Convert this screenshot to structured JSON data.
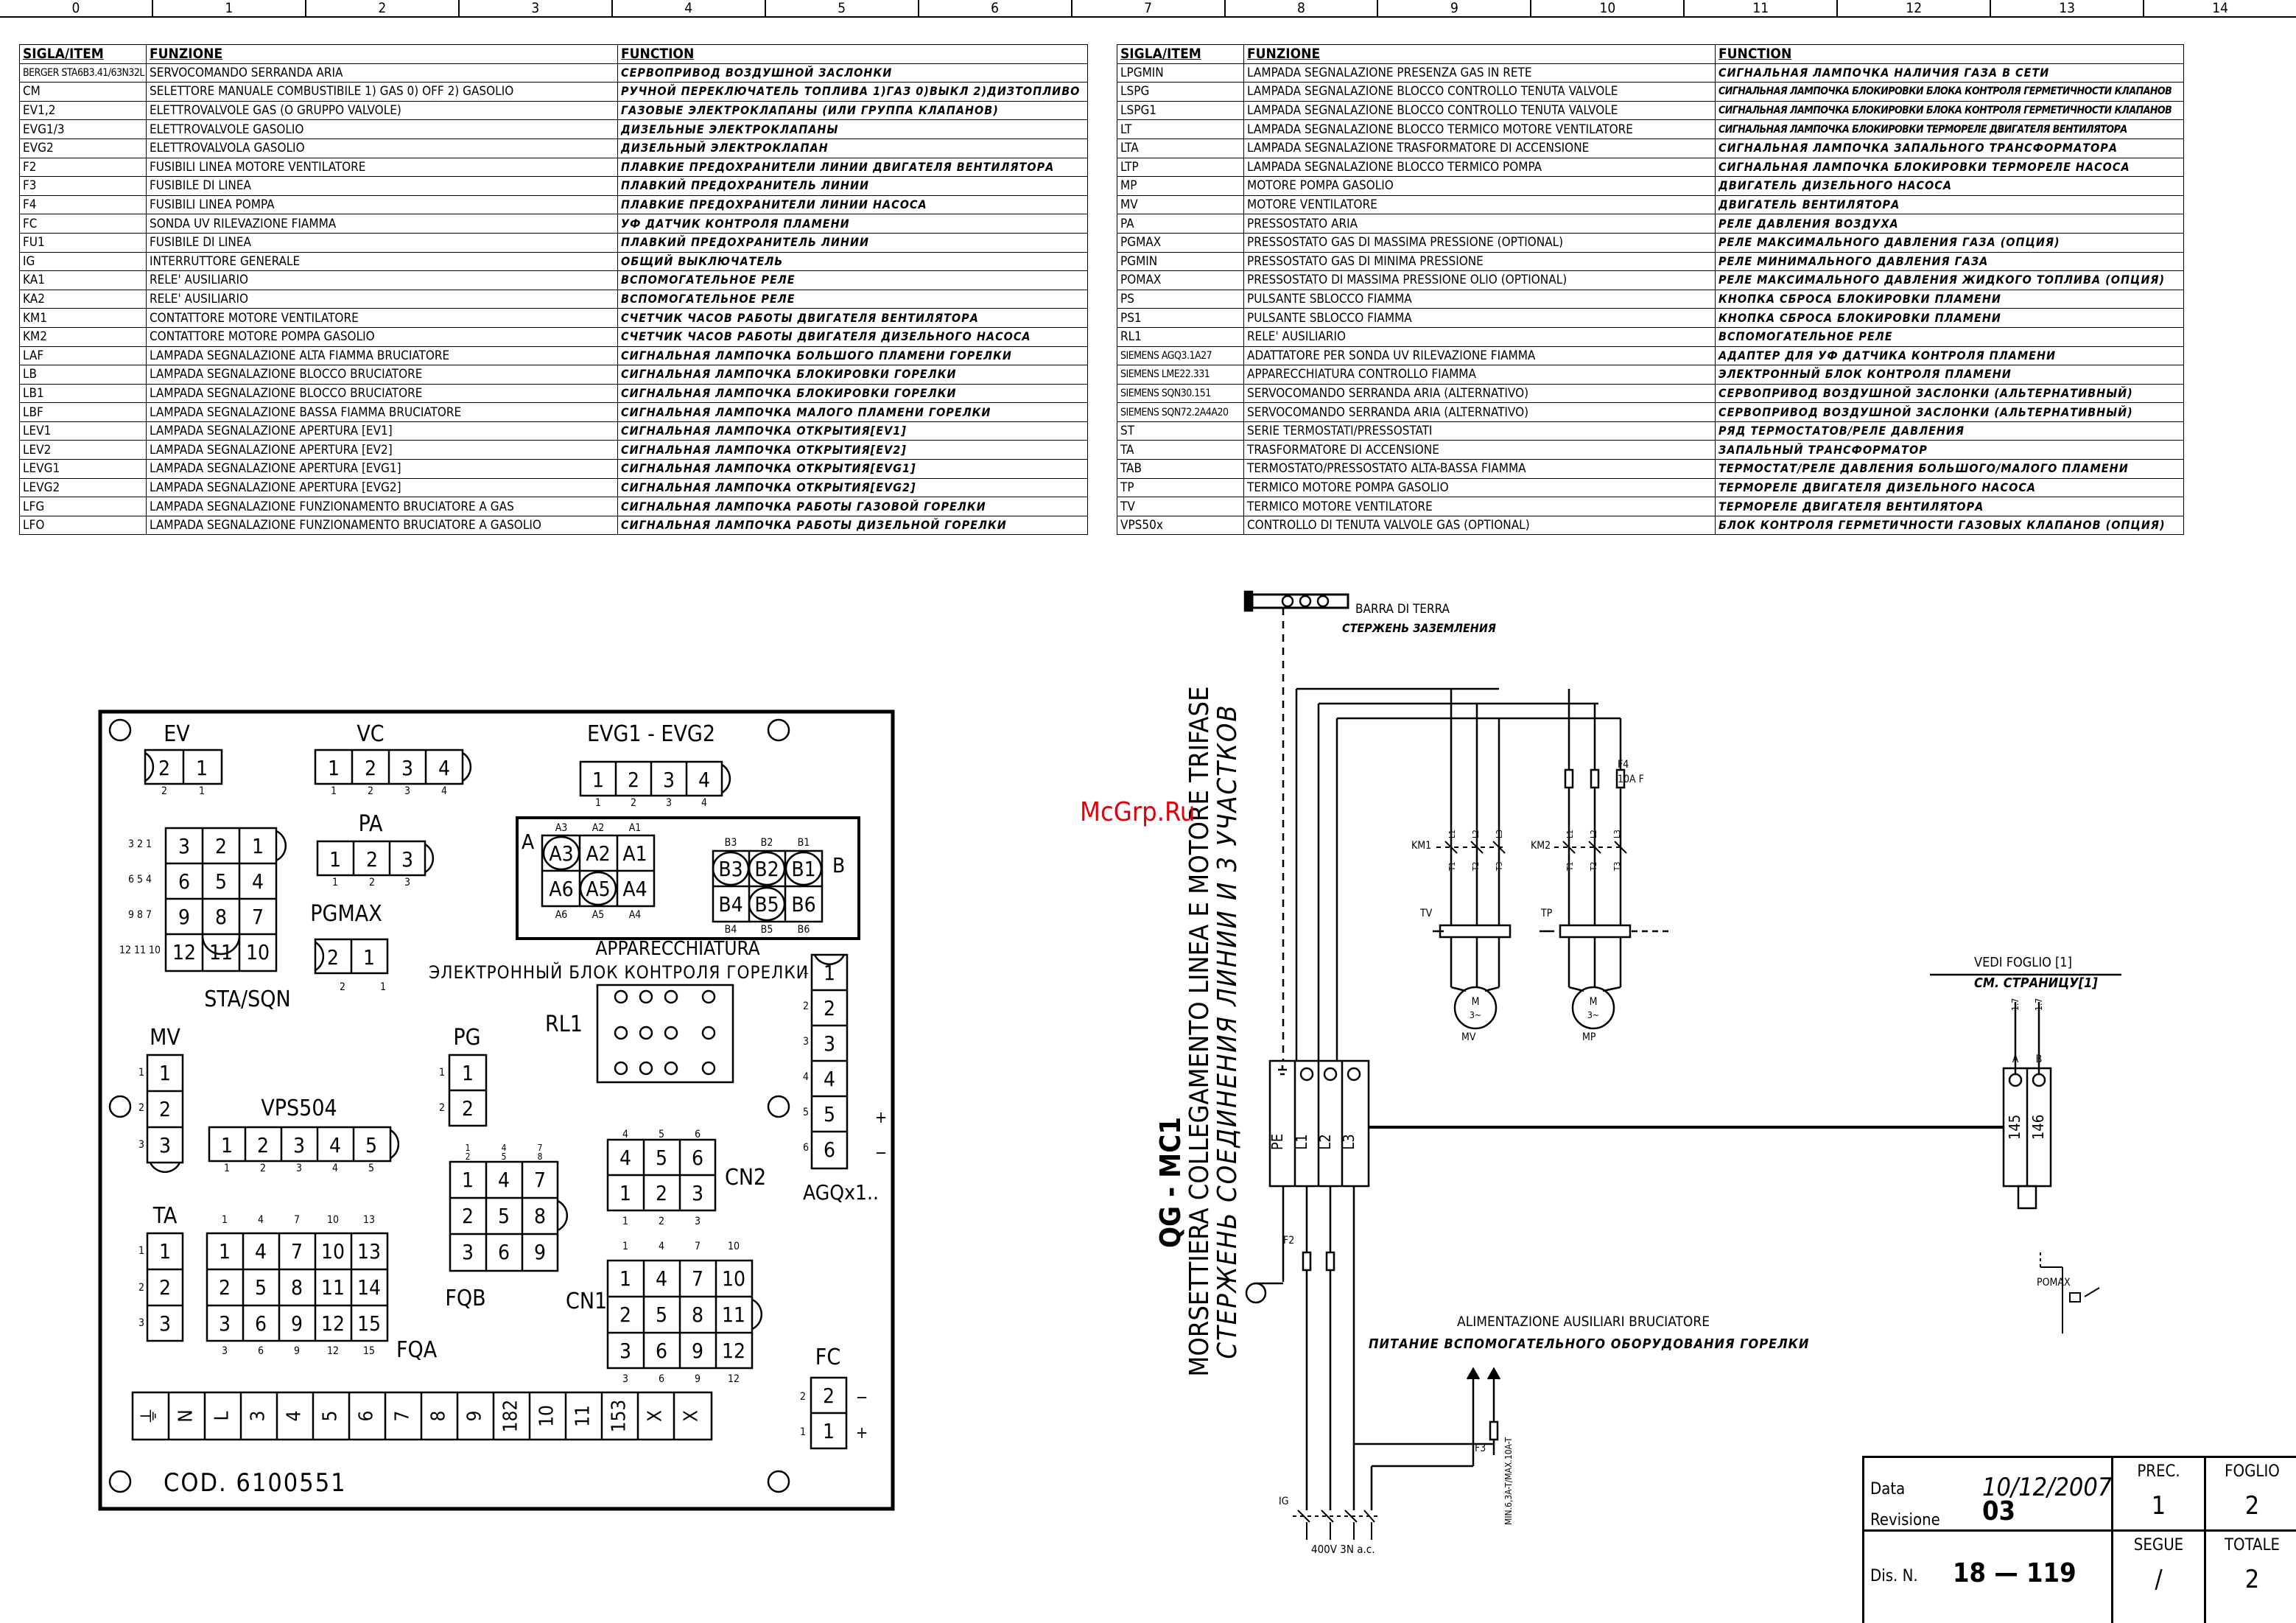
{
  "ruler": [
    "0",
    "1",
    "2",
    "3",
    "4",
    "5",
    "6",
    "7",
    "8",
    "9",
    "10",
    "11",
    "12",
    "13",
    "14"
  ],
  "legend_left": {
    "headers": [
      "SIGLA/ITEM",
      "FUNZIONE",
      "FUNCTION"
    ],
    "rows": [
      [
        "BERGER STA6B3.41/63N32L",
        "SERVOCOMANDO SERRANDA ARIA",
        "СЕРВОПРИВОД  ВОЗДУШНОЙ ЗАСЛОНКИ"
      ],
      [
        "CM",
        "SELETTORE MANUALE COMBUSTIBILE 1) GAS 0) OFF 2) GASOLIO",
        "РУЧНОЙ ПЕРЕКЛЮЧАТЕЛЬ ТОПЛИВА  1)ГАЗ 0)ВЫКЛ 2)ДИЗТОПЛИВО"
      ],
      [
        "EV1,2",
        "ELETTROVALVOLE GAS (O GRUPPO VALVOLE)",
        "ГАЗОВЫЕ ЭЛЕКТРОКЛАПАНЫ (ИЛИ ГРУППА КЛАПАНОВ)"
      ],
      [
        "EVG1/3",
        "ELETTROVALVOLE GASOLIO",
        "ДИЗЕЛЬНЫЕ ЭЛЕКТРОКЛАПАНЫ"
      ],
      [
        "EVG2",
        "ELETTROVALVOLA GASOLIO",
        "ДИЗЕЛЬНЫЙ ЭЛЕКТРОКЛАПАН"
      ],
      [
        "F2",
        "FUSIBILI LINEA MOTORE VENTILATORE",
        "ПЛАВКИЕ ПРЕДОХРАНИТЕЛИ ЛИНИИ ДВИГАТЕЛЯ ВЕНТИЛЯТОРА"
      ],
      [
        "F3",
        "FUSIBILE DI LINEA",
        "ПЛАВКИЙ ПРЕДОХРАНИТЕЛЬ ЛИНИИ"
      ],
      [
        "F4",
        "FUSIBILI LINEA POMPA",
        "ПЛАВКИЕ ПРЕДОХРАНИТЕЛИ ЛИНИИ НАСОСА"
      ],
      [
        "FC",
        "SONDA UV RILEVAZIONE FIAMMA",
        "УФ ДАТЧИК КОНТРОЛЯ ПЛАМЕНИ"
      ],
      [
        "FU1",
        "FUSIBILE DI LINEA",
        "ПЛАВКИЙ ПРЕДОХРАНИТЕЛЬ ЛИНИИ"
      ],
      [
        "IG",
        "INTERRUTTORE GENERALE",
        "ОБЩИЙ ВЫКЛЮЧАТЕЛЬ"
      ],
      [
        "KA1",
        "RELE' AUSILIARIO",
        "ВСПОМОГАТЕЛЬНОЕ РЕЛЕ"
      ],
      [
        "KA2",
        "RELE' AUSILIARIO",
        "ВСПОМОГАТЕЛЬНОЕ РЕЛЕ"
      ],
      [
        "KM1",
        "CONTATTORE MOTORE VENTILATORE",
        "СЧЕТЧИК ЧАСОВ РАБОТЫ ДВИГАТЕЛЯ ВЕНТИЛЯТОРА"
      ],
      [
        "KM2",
        "CONTATTORE MOTORE POMPA GASOLIO",
        "СЧЕТЧИК ЧАСОВ РАБОТЫ ДВИГАТЕЛЯ ДИЗЕЛЬНОГО НАСОСА"
      ],
      [
        "LAF",
        "LAMPADA SEGNALAZIONE ALTA FIAMMA BRUCIATORE",
        "СИГНАЛЬНАЯ ЛАМПОЧКА БОЛЬШОГО ПЛАМЕНИ ГОРЕЛКИ"
      ],
      [
        "LB",
        "LAMPADA SEGNALAZIONE BLOCCO BRUCIATORE",
        "СИГНАЛЬНАЯ ЛАМПОЧКА  БЛОКИРОВКИ ГОРЕЛКИ"
      ],
      [
        "LB1",
        "LAMPADA SEGNALAZIONE BLOCCO BRUCIATORE",
        "СИГНАЛЬНАЯ ЛАМПОЧКА  БЛОКИРОВКИ ГОРЕЛКИ"
      ],
      [
        "LBF",
        "LAMPADA SEGNALAZIONE BASSA FIAMMA BRUCIATORE",
        "СИГНАЛЬНАЯ ЛАМПОЧКА МАЛОГО ПЛАМЕНИ ГОРЕЛКИ"
      ],
      [
        "LEV1",
        "LAMPADA SEGNALAZIONE APERTURA [EV1]",
        "СИГНАЛЬНАЯ ЛАМПОЧКА ОТКРЫТИЯ[EV1]"
      ],
      [
        "LEV2",
        "LAMPADA SEGNALAZIONE APERTURA [EV2]",
        "СИГНАЛЬНАЯ ЛАМПОЧКА ОТКРЫТИЯ[EV2]"
      ],
      [
        "LEVG1",
        "LAMPADA SEGNALAZIONE APERTURA [EVG1]",
        "СИГНАЛЬНАЯ ЛАМПОЧКА ОТКРЫТИЯ[EVG1]"
      ],
      [
        "LEVG2",
        "LAMPADA SEGNALAZIONE APERTURA [EVG2]",
        "СИГНАЛЬНАЯ ЛАМПОЧКА ОТКРЫТИЯ[EVG2]"
      ],
      [
        "LFG",
        "LAMPADA SEGNALAZIONE FUNZIONAMENTO BRUCIATORE A GAS",
        "СИГНАЛЬНАЯ ЛАМПОЧКА РАБОТЫ ГАЗОВОЙ ГОРЕЛКИ"
      ],
      [
        "LFO",
        "LAMPADA SEGNALAZIONE FUNZIONAMENTO BRUCIATORE A GASOLIO",
        "СИГНАЛЬНАЯ ЛАМПОЧКА РАБОТЫ ДИЗЕЛЬНОЙ ГОРЕЛКИ"
      ]
    ]
  },
  "legend_right": {
    "headers": [
      "SIGLA/ITEM",
      "FUNZIONE",
      "FUNCTION"
    ],
    "rows": [
      [
        "LPGMIN",
        "LAMPADA SEGNALAZIONE PRESENZA GAS IN RETE",
        "СИГНАЛЬНАЯ ЛАМПОЧКА НАЛИЧИЯ ГАЗА В СЕТИ"
      ],
      [
        "LSPG",
        "LAMPADA SEGNALAZIONE BLOCCO CONTROLLO TENUTA VALVOLE",
        "СИГНАЛЬНАЯ ЛАМПОЧКА БЛОКИРОВКИ БЛОКА КОНТРОЛЯ ГЕРМЕТИЧНОСТИ КЛАПАНОВ"
      ],
      [
        "LSPG1",
        "LAMPADA SEGNALAZIONE BLOCCO CONTROLLO TENUTA VALVOLE",
        "СИГНАЛЬНАЯ ЛАМПОЧКА БЛОКИРОВКИ БЛОКА КОНТРОЛЯ ГЕРМЕТИЧНОСТИ КЛАПАНОВ"
      ],
      [
        "LT",
        "LAMPADA SEGNALAZIONE BLOCCO TERMICO MOTORE VENTILATORE",
        "СИГНАЛЬНАЯ ЛАМПОЧКА БЛОКИРОВКИ ТЕРМОРЕЛЕ ДВИГАТЕЛЯ ВЕНТИЛЯТОРА"
      ],
      [
        "LTA",
        "LAMPADA SEGNALAZIONE TRASFORMATORE DI ACCENSIONE",
        "СИГНАЛЬНАЯ ЛАМПОЧКА ЗАПАЛЬНОГО ТРАНСФОРМАТОРА"
      ],
      [
        "LTP",
        "LAMPADA SEGNALAZIONE BLOCCO TERMICO POMPA",
        "СИГНАЛЬНАЯ ЛАМПОЧКА  БЛОКИРОВКИ ТЕРМОРЕЛЕ НАСОСА"
      ],
      [
        "MP",
        "MOTORE POMPA GASOLIO",
        "ДВИГАТЕЛЬ ДИЗЕЛЬНОГО НАСОСА"
      ],
      [
        "MV",
        "MOTORE VENTILATORE",
        "ДВИГАТЕЛЬ ВЕНТИЛЯТОРА"
      ],
      [
        "PA",
        "PRESSOSTATO ARIA",
        "РЕЛЕ ДАВЛЕНИЯ ВОЗДУХА"
      ],
      [
        "PGMAX",
        "PRESSOSTATO GAS DI MASSIMA PRESSIONE (OPTIONAL)",
        "РЕЛЕ МАКСИМАЛЬНОГО ДАВЛЕНИЯ ГАЗА  (ОПЦИЯ)"
      ],
      [
        "PGMIN",
        "PRESSOSTATO GAS DI MINIMA PRESSIONE",
        "РЕЛЕ МИНИМАЛЬНОГО ДАВЛЕНИЯ ГАЗА"
      ],
      [
        "POMAX",
        "PRESSOSTATO DI MASSIMA PRESSIONE OLIO (OPTIONAL)",
        "РЕЛЕ МАКСИМАЛЬНОГО ДАВЛЕНИЯ ЖИДКОГО ТОПЛИВА (ОПЦИЯ)"
      ],
      [
        "PS",
        "PULSANTE SBLOCCO FIAMMA",
        "КНОПКА СБРОСА БЛОКИРОВКИ ПЛАМЕНИ"
      ],
      [
        "PS1",
        "PULSANTE SBLOCCO FIAMMA",
        "КНОПКА СБРОСА БЛОКИРОВКИ ПЛАМЕНИ"
      ],
      [
        "RL1",
        "RELE' AUSILIARIO",
        "ВСПОМОГАТЕЛЬНОЕ РЕЛЕ"
      ],
      [
        "SIEMENS AGQ3.1A27",
        "ADATTATORE PER SONDA UV RILEVAZIONE FIAMMA",
        "АДАПТЕР ДЛЯ УФ ДАТЧИКА КОНТРОЛЯ ПЛАМЕНИ"
      ],
      [
        "SIEMENS LME22.331",
        "APPARECCHIATURA CONTROLLO FIAMMA",
        "ЭЛЕКТРОННЫЙ БЛОК КОНТРОЛЯ ПЛАМЕНИ"
      ],
      [
        "SIEMENS SQN30.151",
        "SERVOCOMANDO SERRANDA ARIA (ALTERNATIVO)",
        "СЕРВОПРИВОД  ВОЗДУШНОЙ ЗАСЛОНКИ (АЛЬТЕРНАТИВНЫЙ)"
      ],
      [
        "SIEMENS SQN72.2A4A20",
        "SERVOCOMANDO SERRANDA ARIA (ALTERNATIVO)",
        "СЕРВОПРИВОД  ВОЗДУШНОЙ ЗАСЛОНКИ (АЛЬТЕРНАТИВНЫЙ)"
      ],
      [
        "ST",
        "SERIE TERMOSTATI/PRESSOSTATI",
        "РЯД ТЕРМОСТАТОВ/РЕЛЕ ДАВЛЕНИЯ"
      ],
      [
        "TA",
        "TRASFORMATORE DI ACCENSIONE",
        "ЗАПАЛЬНЫЙ ТРАНСФОРМАТОР"
      ],
      [
        "TAB",
        "TERMOSTATO/PRESSOSTATO ALTA-BASSA FIAMMA",
        "ТЕРМОСТАТ/РЕЛЕ ДАВЛЕНИЯ БОЛЬШОГО/МАЛОГО ПЛАМЕНИ"
      ],
      [
        "TP",
        "TERMICO MOTORE POMPA GASOLIO",
        "ТЕРМОРЕЛЕ ДВИГАТЕЛЯ ДИЗЕЛЬНОГО НАСОСА"
      ],
      [
        "TV",
        "TERMICO MOTORE VENTILATORE",
        "ТЕРМОРЕЛЕ ДВИГАТЕЛЯ ВЕНТИЛЯТОРА"
      ],
      [
        "VPS50x",
        "CONTROLLO DI TENUTA VALVOLE GAS (OPTIONAL)",
        "БЛОК КОНТРОЛЯ ГЕРМЕТИЧНОСТИ ГАЗОВЫХ КЛАПАНОВ (ОПЦИЯ)"
      ]
    ]
  },
  "board": {
    "ev": "EV",
    "vc": "VC",
    "evg": "EVG1 - EVG2",
    "pa": "PA",
    "pgmax": "PGMAX",
    "sta_sqn": "STA/SQN",
    "mv": "MV",
    "vps": "VPS504",
    "pg": "PG",
    "rl1": "RL1",
    "fqb": "FQB",
    "cn2": "CN2",
    "cn1": "CN1",
    "agq": "AGQx1..",
    "ta": "TA",
    "fqa": "FQA",
    "fc": "FC",
    "appar_it": "APPARECCHIATURA",
    "appar_ru": "ЭЛЕКТРОННЫЙ БЛОК КОНТРОЛЯ ГОРЕЛКИ",
    "group_a": "A",
    "group_b": "B",
    "code": "COD. 6100551",
    "terminals": [
      "⏚",
      "N",
      "L",
      "3",
      "4",
      "5",
      "6",
      "7",
      "8",
      "9",
      "182",
      "10",
      "11",
      "153",
      "X",
      "X"
    ]
  },
  "schematic": {
    "barra_it": "BARRA DI TERRA",
    "barra_ru": "СТЕРЖЕНЬ ЗАЗЕМЛЕНИЯ",
    "vert_title": "QG - MC1",
    "vert_it": "MORSETTIERA COLLEGAMENTO LINEA E MOTORE TRIFASE",
    "vert_ru": "СТЕРЖЕНЬ СОЕДИНЕНИЯ ЛИНИИ И 3 УЧАСТКОВ",
    "terminals": [
      "PE",
      "L1",
      "L2",
      "L3"
    ],
    "f4": "F4",
    "f4_rating": "10A F",
    "f2": "F2",
    "f3": "F3",
    "km1": "KM1",
    "km2": "KM2",
    "tv": "TV",
    "tp": "TP",
    "mv": "MV",
    "mp": "MP",
    "motor_sym": "M",
    "motor_sub": "3~",
    "ig": "IG",
    "supply": "400V 3N a.c.",
    "aux_it": "ALIMENTAZIONE AUSILIARI BRUCIATORE",
    "aux_ru": "ПИТАНИЕ ВСПОМОГАТЕЛЬНОГО ОБОРУДОВАНИЯ ГОРЕЛКИ",
    "f3_rating": "MIN.6,3A-T/MAX.10A-T",
    "vedi_it": "VEDI FOGLIO [1]",
    "vedi_ru": "СМ. СТРАНИЦУ[1]",
    "term_a": "A",
    "term_b": "B",
    "t145": "145",
    "t146": "146",
    "ref_17": "1.7",
    "pomax": "POMAX"
  },
  "watermark": "McGrp.Ru",
  "title_block": {
    "data_label": "Data",
    "data_value": "10/12/2007",
    "revisione_label": "Revisione",
    "revisione_value": "03",
    "dis_label": "Dis. N.",
    "dis_value": "18 — 119",
    "prec_label": "PREC.",
    "prec_value": "1",
    "foglio_label": "FOGLIO",
    "foglio_value": "2",
    "segue_label": "SEGUE",
    "segue_value": "/",
    "totale_label": "TOTALE",
    "totale_value": "2"
  }
}
